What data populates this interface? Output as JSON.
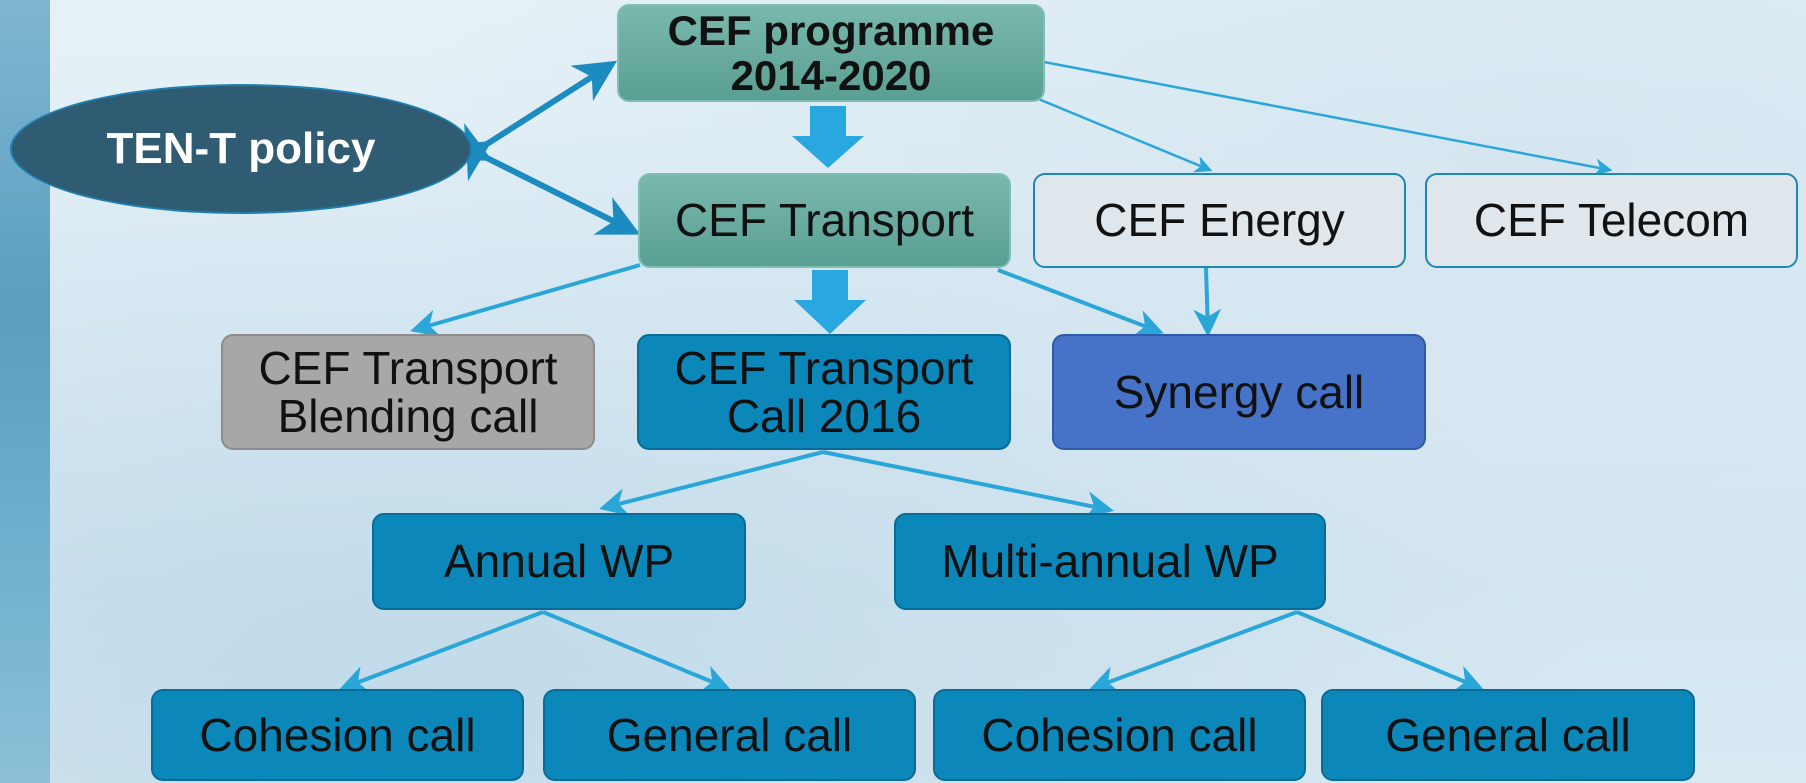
{
  "nodes": {
    "ten_t_policy": "TEN-T policy",
    "cef_programme": [
      "CEF programme",
      "2014-2020"
    ],
    "cef_transport": "CEF Transport",
    "cef_energy": "CEF Energy",
    "cef_telecom": "CEF Telecom",
    "blending_call": [
      "CEF Transport",
      "Blending call"
    ],
    "transport_call_2016": [
      "CEF Transport",
      "Call 2016"
    ],
    "synergy_call": "Synergy call",
    "annual_wp": "Annual WP",
    "multi_annual_wp": "Multi-annual WP",
    "annual_cohesion_call": "Cohesion call",
    "annual_general_call": "General call",
    "multi_cohesion_call": "Cohesion call",
    "multi_general_call": "General call"
  },
  "colors": {
    "arrow": "#2aa6d8",
    "arrow_dark": "#1b8bc0",
    "block_arrow": "#29a7e0",
    "teal": "#5fa497",
    "light_gray": "#dfe6ec",
    "gray": "#a7a7a7",
    "blue": "#0c87b9",
    "royal_blue": "#4673c8",
    "dark_slate": "#2f5c73"
  }
}
